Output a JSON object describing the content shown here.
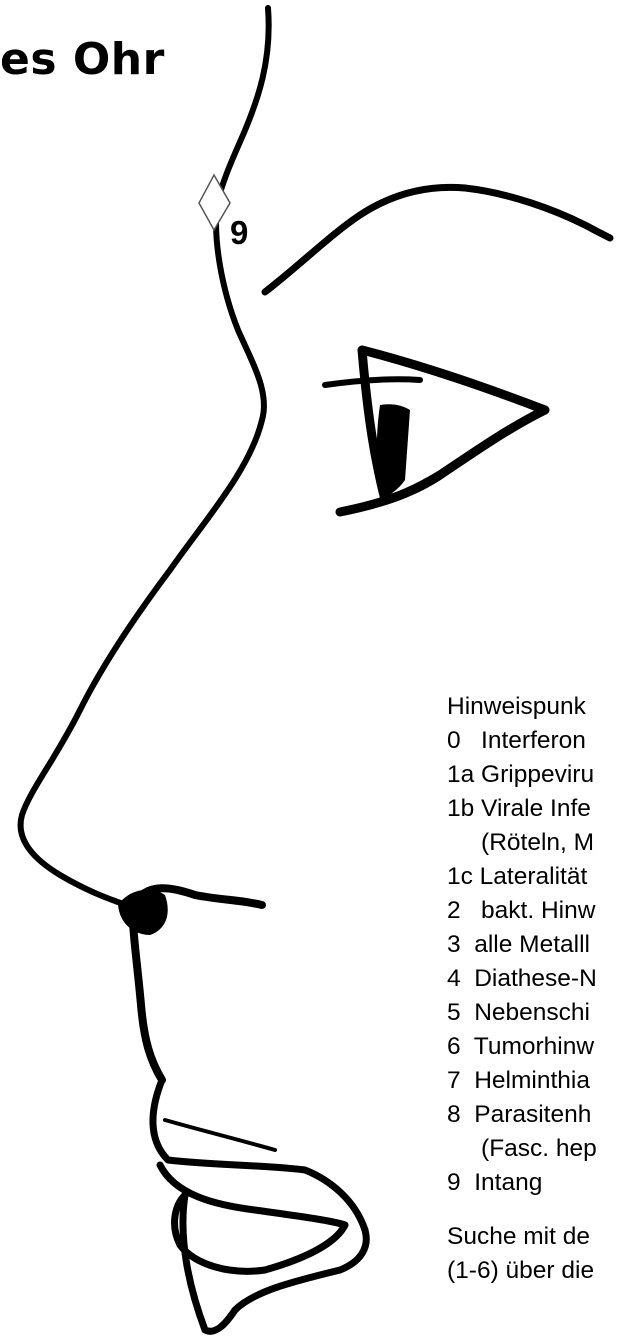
{
  "title": "es Ohr",
  "marker": {
    "label": "9"
  },
  "legend": {
    "heading": "Hinweispunk",
    "items": [
      "0   Interferon",
      "1a Grippeviru",
      "1b Virale Infe",
      "     (Röteln, M",
      "1c Lateralität",
      "2   bakt. Hinw",
      "3  alle Metalll",
      "4  Diathese-N",
      "5  Nebenschi",
      "6  Tumorhinw",
      "7  Helminthia",
      "8  Parasitenh",
      "     (Fasc. hep",
      "9  Intang"
    ],
    "footer": [
      "Suche mit de",
      "(1-6) über die"
    ]
  }
}
